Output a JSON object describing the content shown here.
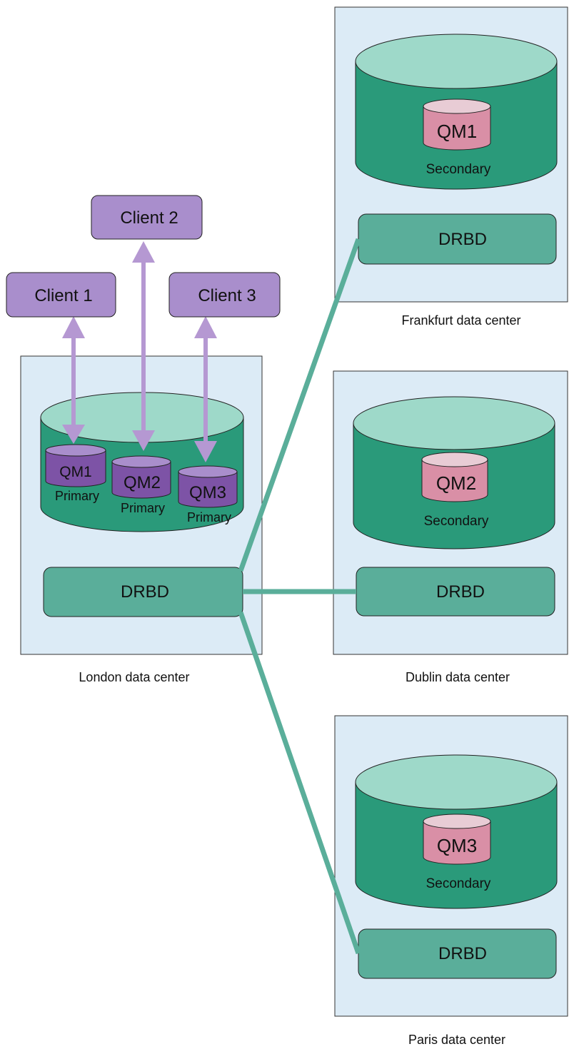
{
  "colors": {
    "dc_fill": "#dcebf6",
    "dc_stroke": "#333333",
    "cyl_body": "#2a9a7a",
    "cyl_top": "#9ed9c9",
    "drbd_fill": "#5aae9a",
    "link": "#5aae9a",
    "client_fill": "#a98ecc",
    "arrow": "#b598d2",
    "primary_qm_body": "#7d53a6",
    "primary_qm_top": "#a98ecc",
    "secondary_qm_body": "#d98fa6",
    "secondary_qm_top": "#e8ccd5"
  },
  "clients": [
    {
      "label": "Client 1"
    },
    {
      "label": "Client 2"
    },
    {
      "label": "Client 3"
    }
  ],
  "london": {
    "caption": "London data center",
    "drbd_label": "DRBD",
    "qms": [
      {
        "name": "QM1",
        "role": "Primary"
      },
      {
        "name": "QM2",
        "role": "Primary"
      },
      {
        "name": "QM3",
        "role": "Primary"
      }
    ]
  },
  "frankfurt": {
    "caption": "Frankfurt data center",
    "drbd_label": "DRBD",
    "qm": {
      "name": "QM1",
      "role": "Secondary"
    }
  },
  "dublin": {
    "caption": "Dublin data center",
    "drbd_label": "DRBD",
    "qm": {
      "name": "QM2",
      "role": "Secondary"
    }
  },
  "paris": {
    "caption": "Paris data center",
    "drbd_label": "DRBD",
    "qm": {
      "name": "QM3",
      "role": "Secondary"
    }
  }
}
